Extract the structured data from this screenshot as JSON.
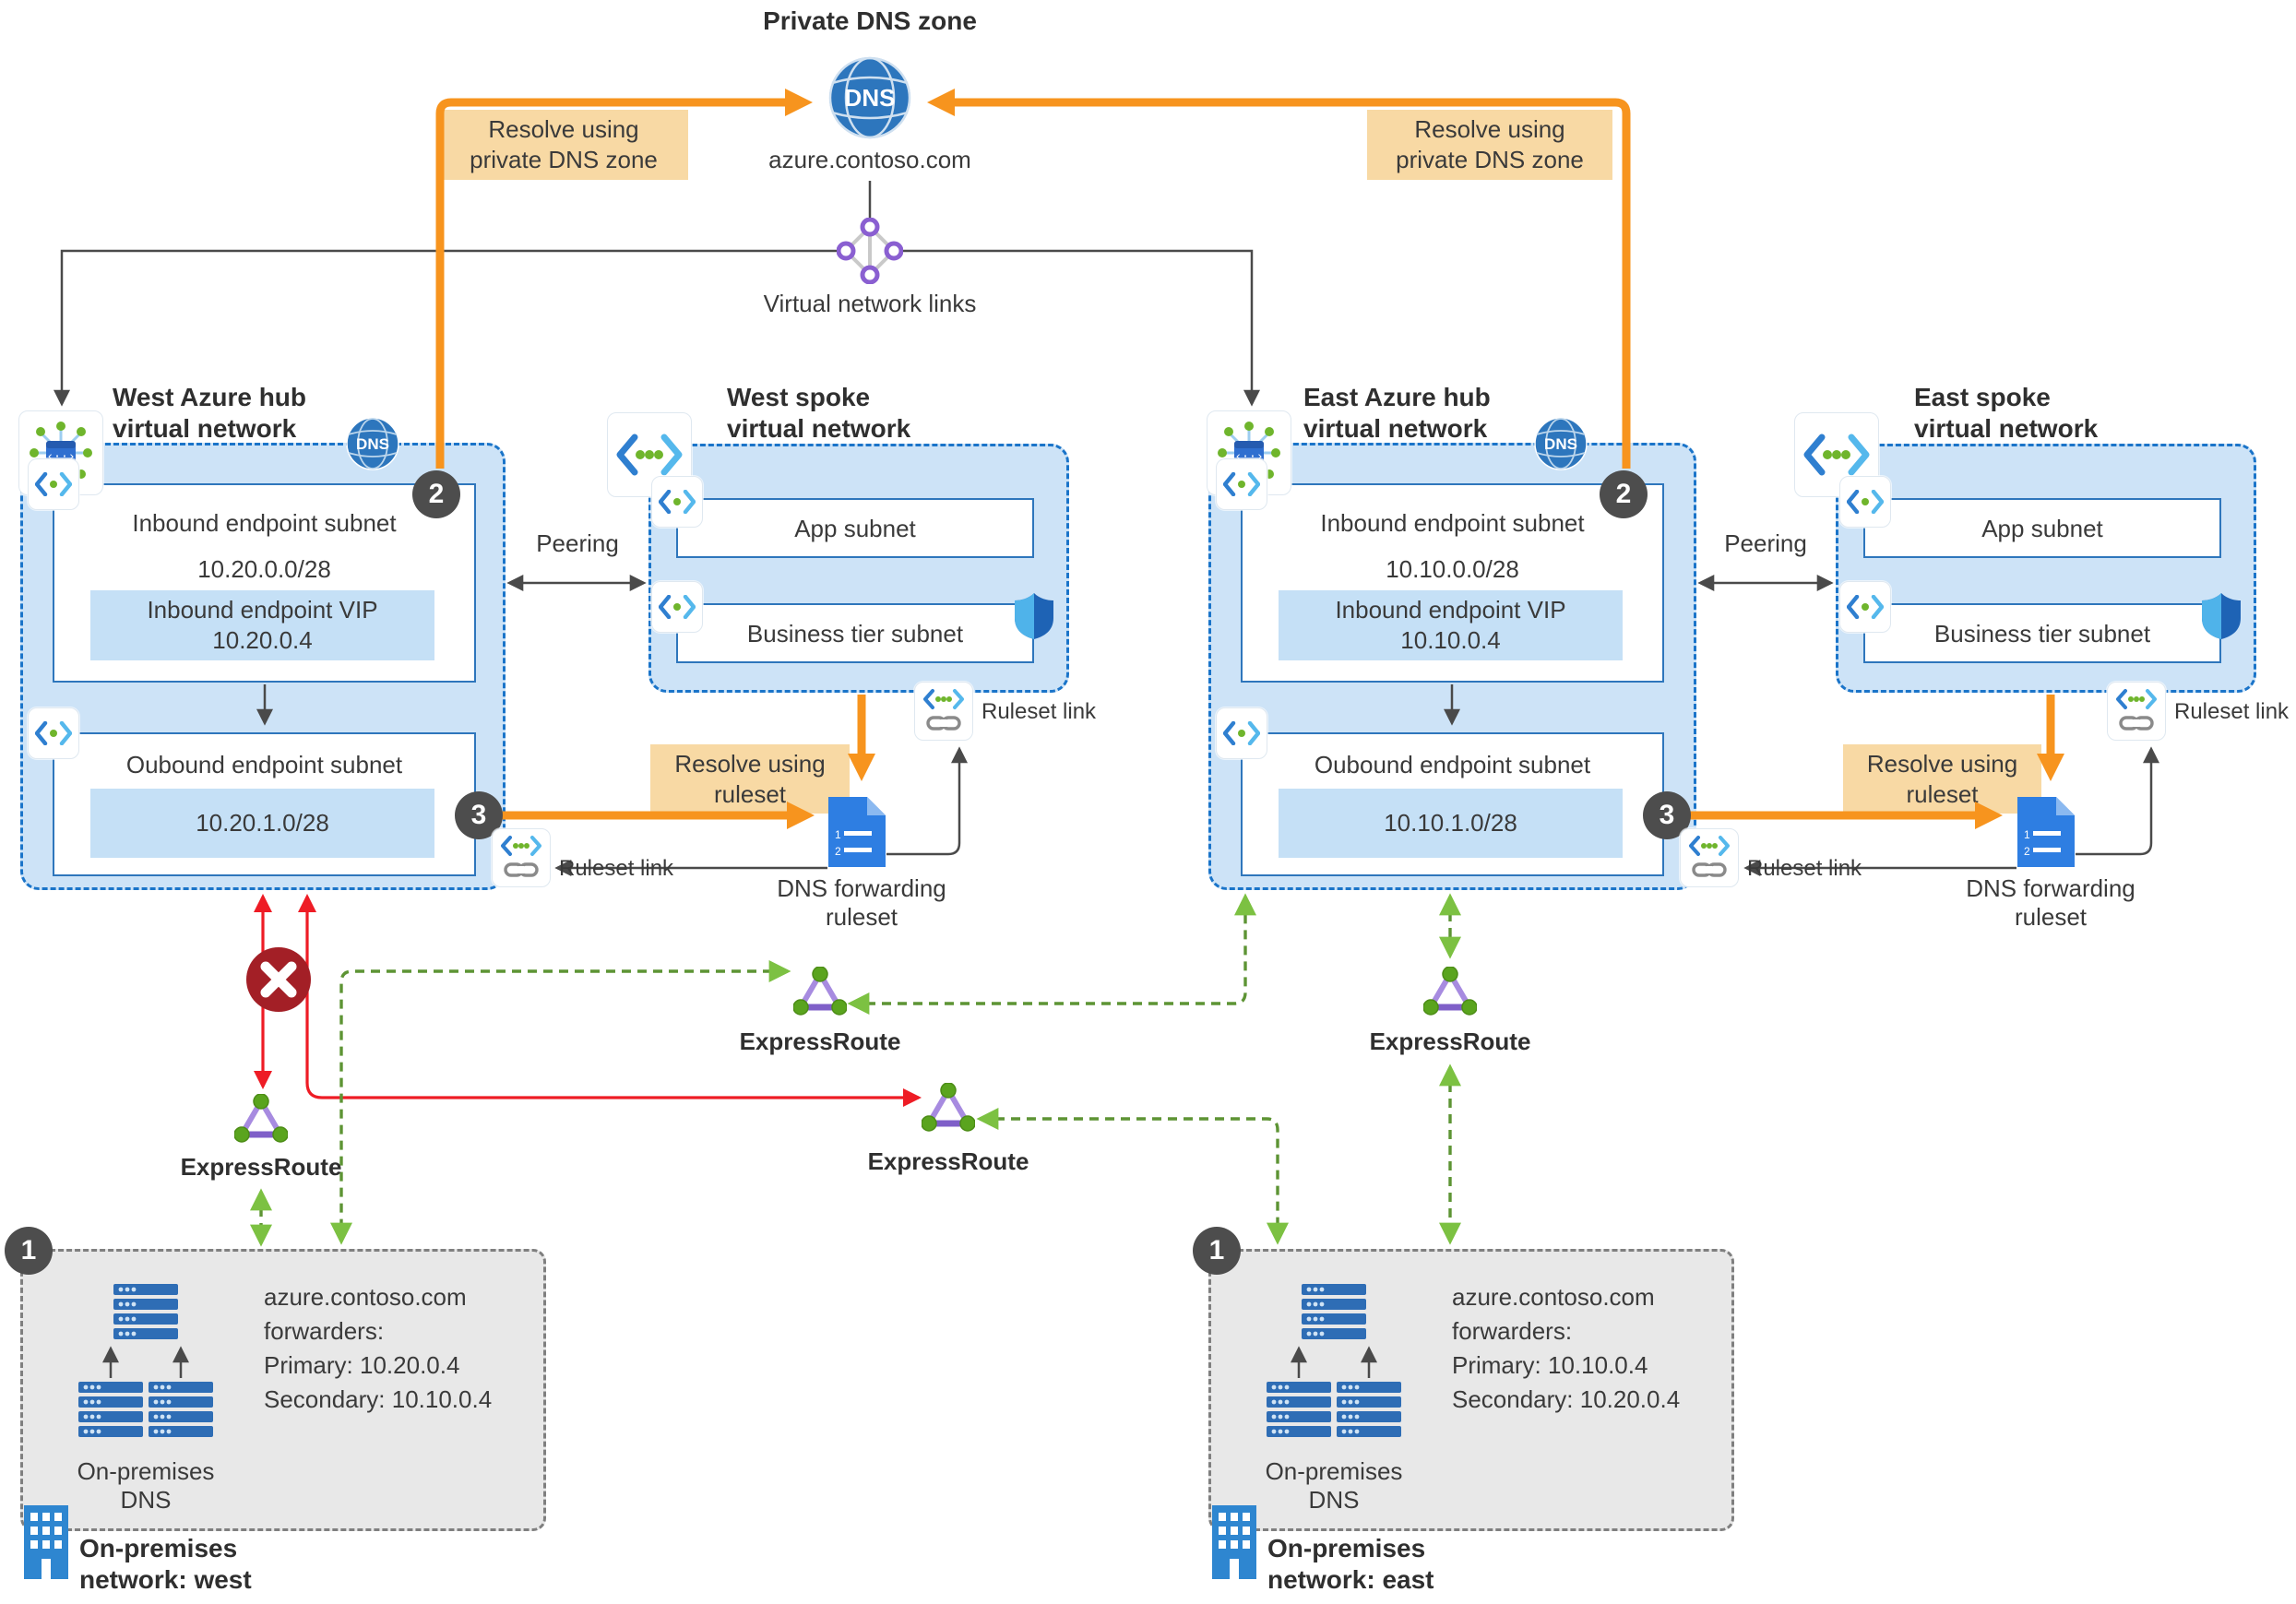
{
  "palette": {
    "region_fill": "#cde3f7",
    "region_border": "#1a74c9",
    "inner_border": "#2e76bc",
    "inner_fill": "#c5e0f6",
    "orange": "#f7941e",
    "orange_box": "#f8d9a4",
    "red": "#ee1c25",
    "error_red": "#a31f26",
    "green_line": "#5d9434",
    "green_arrow": "#7cc142",
    "badge_gray": "#4d4d4d",
    "dns_blue": "#2d76bd",
    "onprem_gray": "#e8e8e8",
    "server_blue": "#2e6db5",
    "purple": "#9579d6"
  },
  "icons": [
    "dns-globe-icon",
    "virtual-network-links-icon",
    "vnet-hub-icon",
    "vnet-spoke-icon",
    "subnet-icon",
    "ruleset-link-icon",
    "dns-forwarding-ruleset-icon",
    "expressroute-icon",
    "shield-icon",
    "server-stack-icon",
    "building-icon",
    "error-x-icon"
  ],
  "top": {
    "private_dns_zone_title": "Private DNS zone",
    "dns_globe_label": "DNS",
    "zone_name": "azure.contoso.com",
    "vnet_links_label": "Virtual network links",
    "resolve_private_west": "Resolve using\nprivate DNS zone",
    "resolve_private_east": "Resolve using\nprivate DNS zone"
  },
  "west_hub": {
    "title": "West Azure hub\nvirtual network",
    "dns_badge": "DNS",
    "step2": "2",
    "step3": "3",
    "inbound_title": "Inbound endpoint subnet",
    "inbound_cidr": "10.20.0.0/28",
    "vip_title": "Inbound endpoint VIP",
    "vip_ip": "10.20.0.4",
    "outbound_title": "Oubound endpoint subnet",
    "outbound_cidr": "10.20.1.0/28",
    "ruleset_link_label": "Ruleset link"
  },
  "west_spoke": {
    "title": "West spoke\nvirtual network",
    "app_subnet": "App subnet",
    "business_subnet": "Business tier subnet",
    "peering": "Peering",
    "ruleset_link_label": "Ruleset link",
    "resolve_ruleset": "Resolve using\nruleset",
    "dns_forwarding_ruleset": "DNS forwarding\nruleset"
  },
  "east_hub": {
    "title": "East Azure hub\nvirtual network",
    "dns_badge": "DNS",
    "step2": "2",
    "step3": "3",
    "inbound_title": "Inbound endpoint subnet",
    "inbound_cidr": "10.10.0.0/28",
    "vip_title": "Inbound endpoint VIP",
    "vip_ip": "10.10.0.4",
    "outbound_title": "Oubound endpoint subnet",
    "outbound_cidr": "10.10.1.0/28",
    "ruleset_link_label": "Ruleset link"
  },
  "east_spoke": {
    "title": "East spoke\nvirtual network",
    "app_subnet": "App subnet",
    "business_subnet": "Business tier subnet",
    "peering": "Peering",
    "ruleset_link_label": "Ruleset link",
    "resolve_ruleset": "Resolve using\nruleset",
    "dns_forwarding_ruleset": "DNS forwarding\nruleset"
  },
  "expressroute": {
    "west": "ExpressRoute",
    "center_top": "ExpressRoute",
    "center_bottom": "ExpressRoute",
    "east": "ExpressRoute"
  },
  "ruleset_doc": {
    "line1": "1",
    "line2": "2"
  },
  "onprem_west": {
    "step1": "1",
    "forwarders": "azure.contoso.com\nforwarders:\nPrimary: 10.20.0.4\nSecondary: 10.10.0.4",
    "dns_label": "On-premises\nDNS",
    "network_label": "On-premises\nnetwork: west"
  },
  "onprem_east": {
    "step1": "1",
    "forwarders": "azure.contoso.com\nforwarders:\nPrimary: 10.10.0.4\nSecondary: 10.20.0.4",
    "dns_label": "On-premises\nDNS",
    "network_label": "On-premises\nnetwork: east"
  }
}
